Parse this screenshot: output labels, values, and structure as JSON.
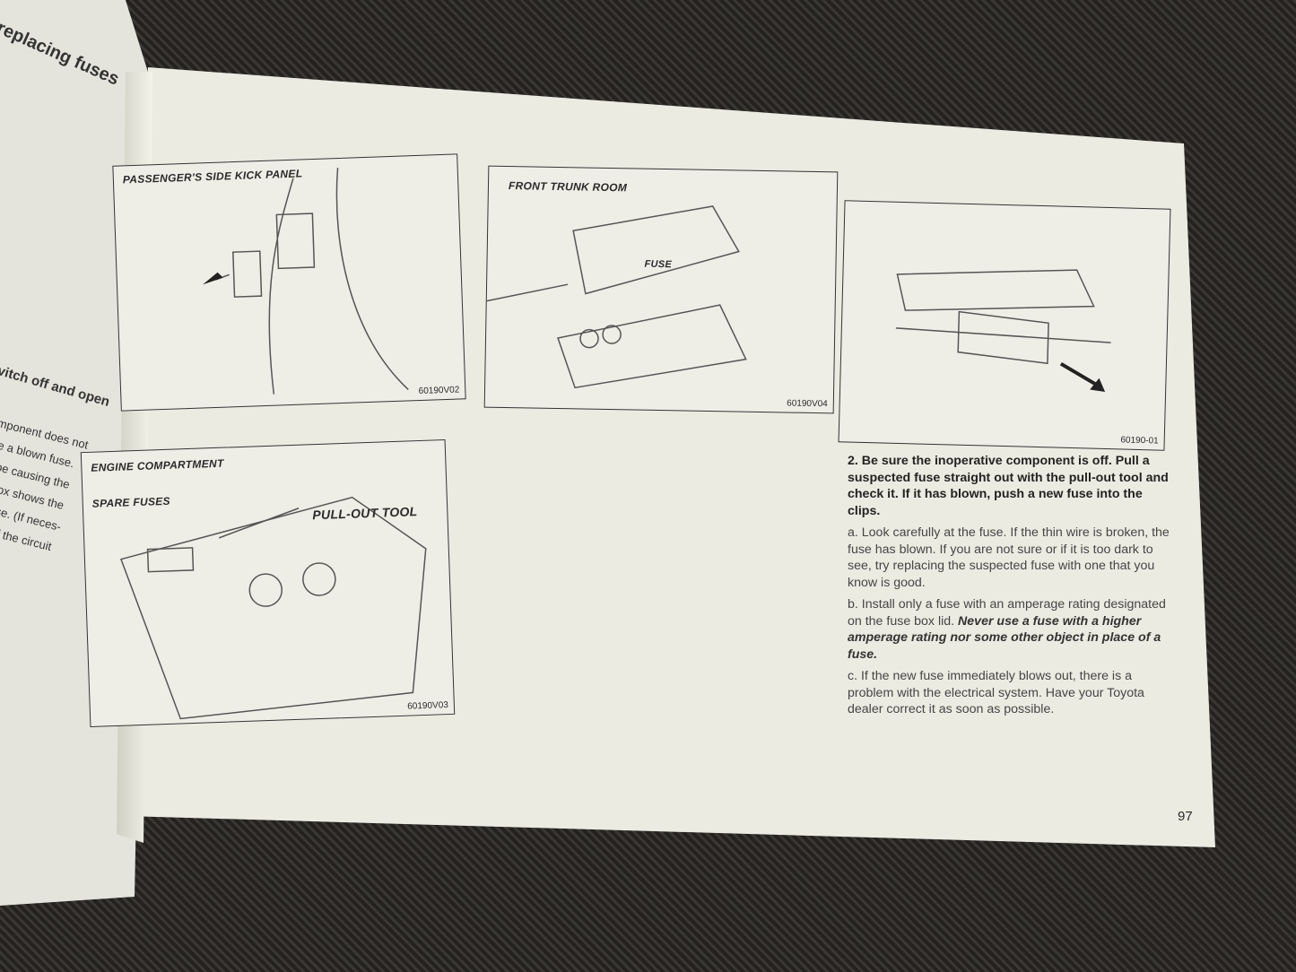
{
  "left_page": {
    "heading": "replacing fuses",
    "subheading": "vitch off and open",
    "lines": [
      "mponent does not",
      "ve a blown fuse.",
      "y be causing the",
      "e box shows the",
      "n fuse. (If neces-",
      "me of the circuit"
    ]
  },
  "figures": [
    {
      "labels": [
        "PASSENGER'S SIDE KICK PANEL"
      ],
      "code": "60190V02"
    },
    {
      "labels": [
        "ENGINE COMPARTMENT",
        "SPARE FUSES",
        "PULL-OUT TOOL"
      ],
      "code": "60190V03"
    },
    {
      "labels": [
        "FRONT TRUNK ROOM",
        "FUSE"
      ],
      "code": "60190V04"
    },
    {
      "labels": [],
      "code": "60190-01"
    }
  ],
  "instructions": {
    "step": "2. Be sure the inoperative component is off. Pull a suspected fuse straight out with the pull-out tool and check it. If it has blown, push a new fuse into the clips.",
    "a": "a. Look carefully at the fuse. If the thin wire is broken, the fuse has blown. If you are not sure or if it is too dark to see, try replacing the suspected fuse with one that you know is good.",
    "b_plain": "b. Install only a fuse with an amperage rating designated on the fuse box lid. ",
    "b_warning": "Never use a fuse with a higher amperage rating nor some other object in place of a fuse.",
    "c": "c. If the new fuse immediately blows out, there is a problem with the electrical system. Have your Toyota dealer correct it as soon as possible."
  },
  "page_number": "97"
}
